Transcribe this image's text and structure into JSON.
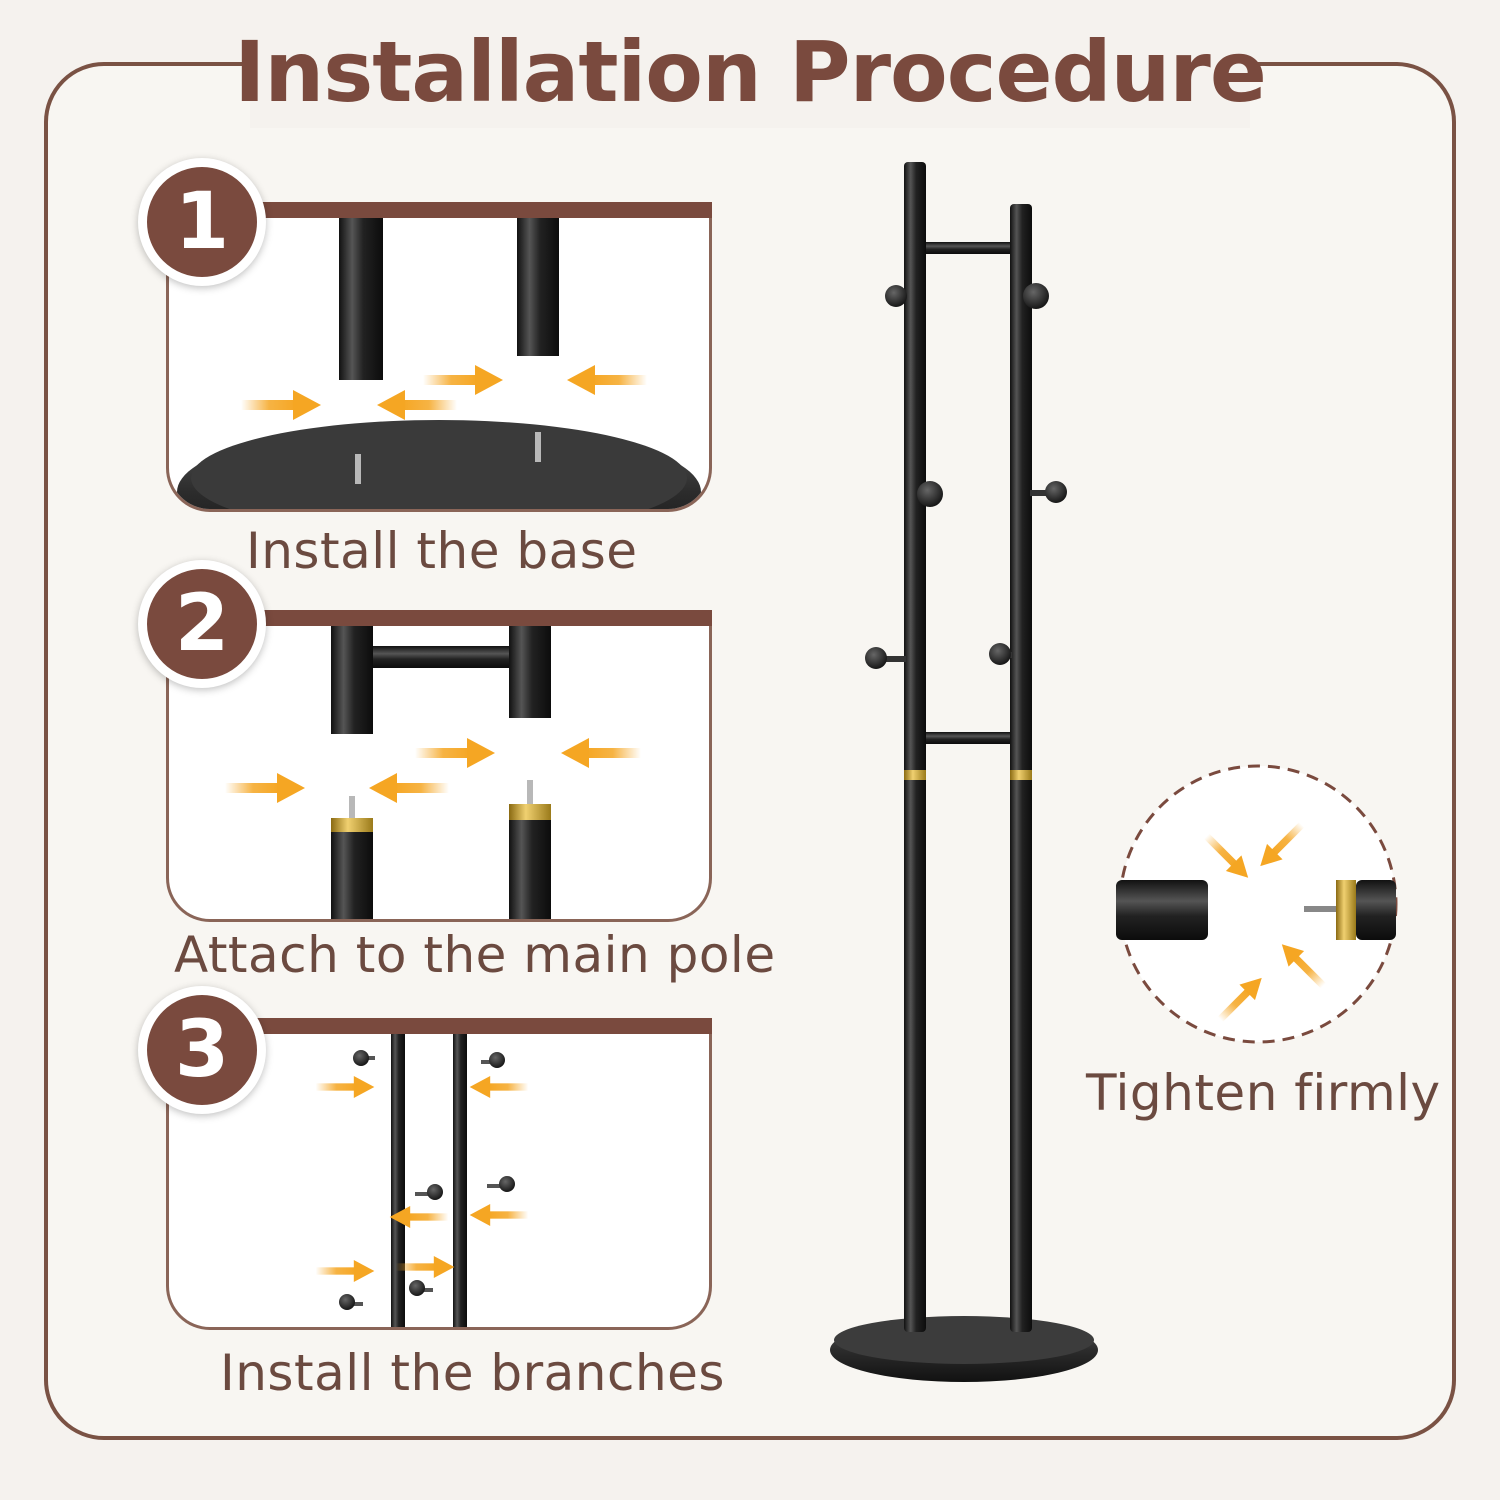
{
  "title": "Installation Procedure",
  "steps": [
    {
      "number": "1",
      "caption": "Install the base"
    },
    {
      "number": "2",
      "caption": "Attach to the main pole"
    },
    {
      "number": "3",
      "caption": "Install the branches"
    }
  ],
  "detail_caption": "Tighten firmly",
  "colors": {
    "brand_brown": "#7a4a3e",
    "frame_brown": "#7a5244",
    "arrow_orange": "#f5a623",
    "metal_black": "#2a2a2a",
    "brass_gold": "#c9a227"
  },
  "icons": [
    "arrow-icon",
    "coat-rack-icon",
    "pole-joint-icon"
  ]
}
